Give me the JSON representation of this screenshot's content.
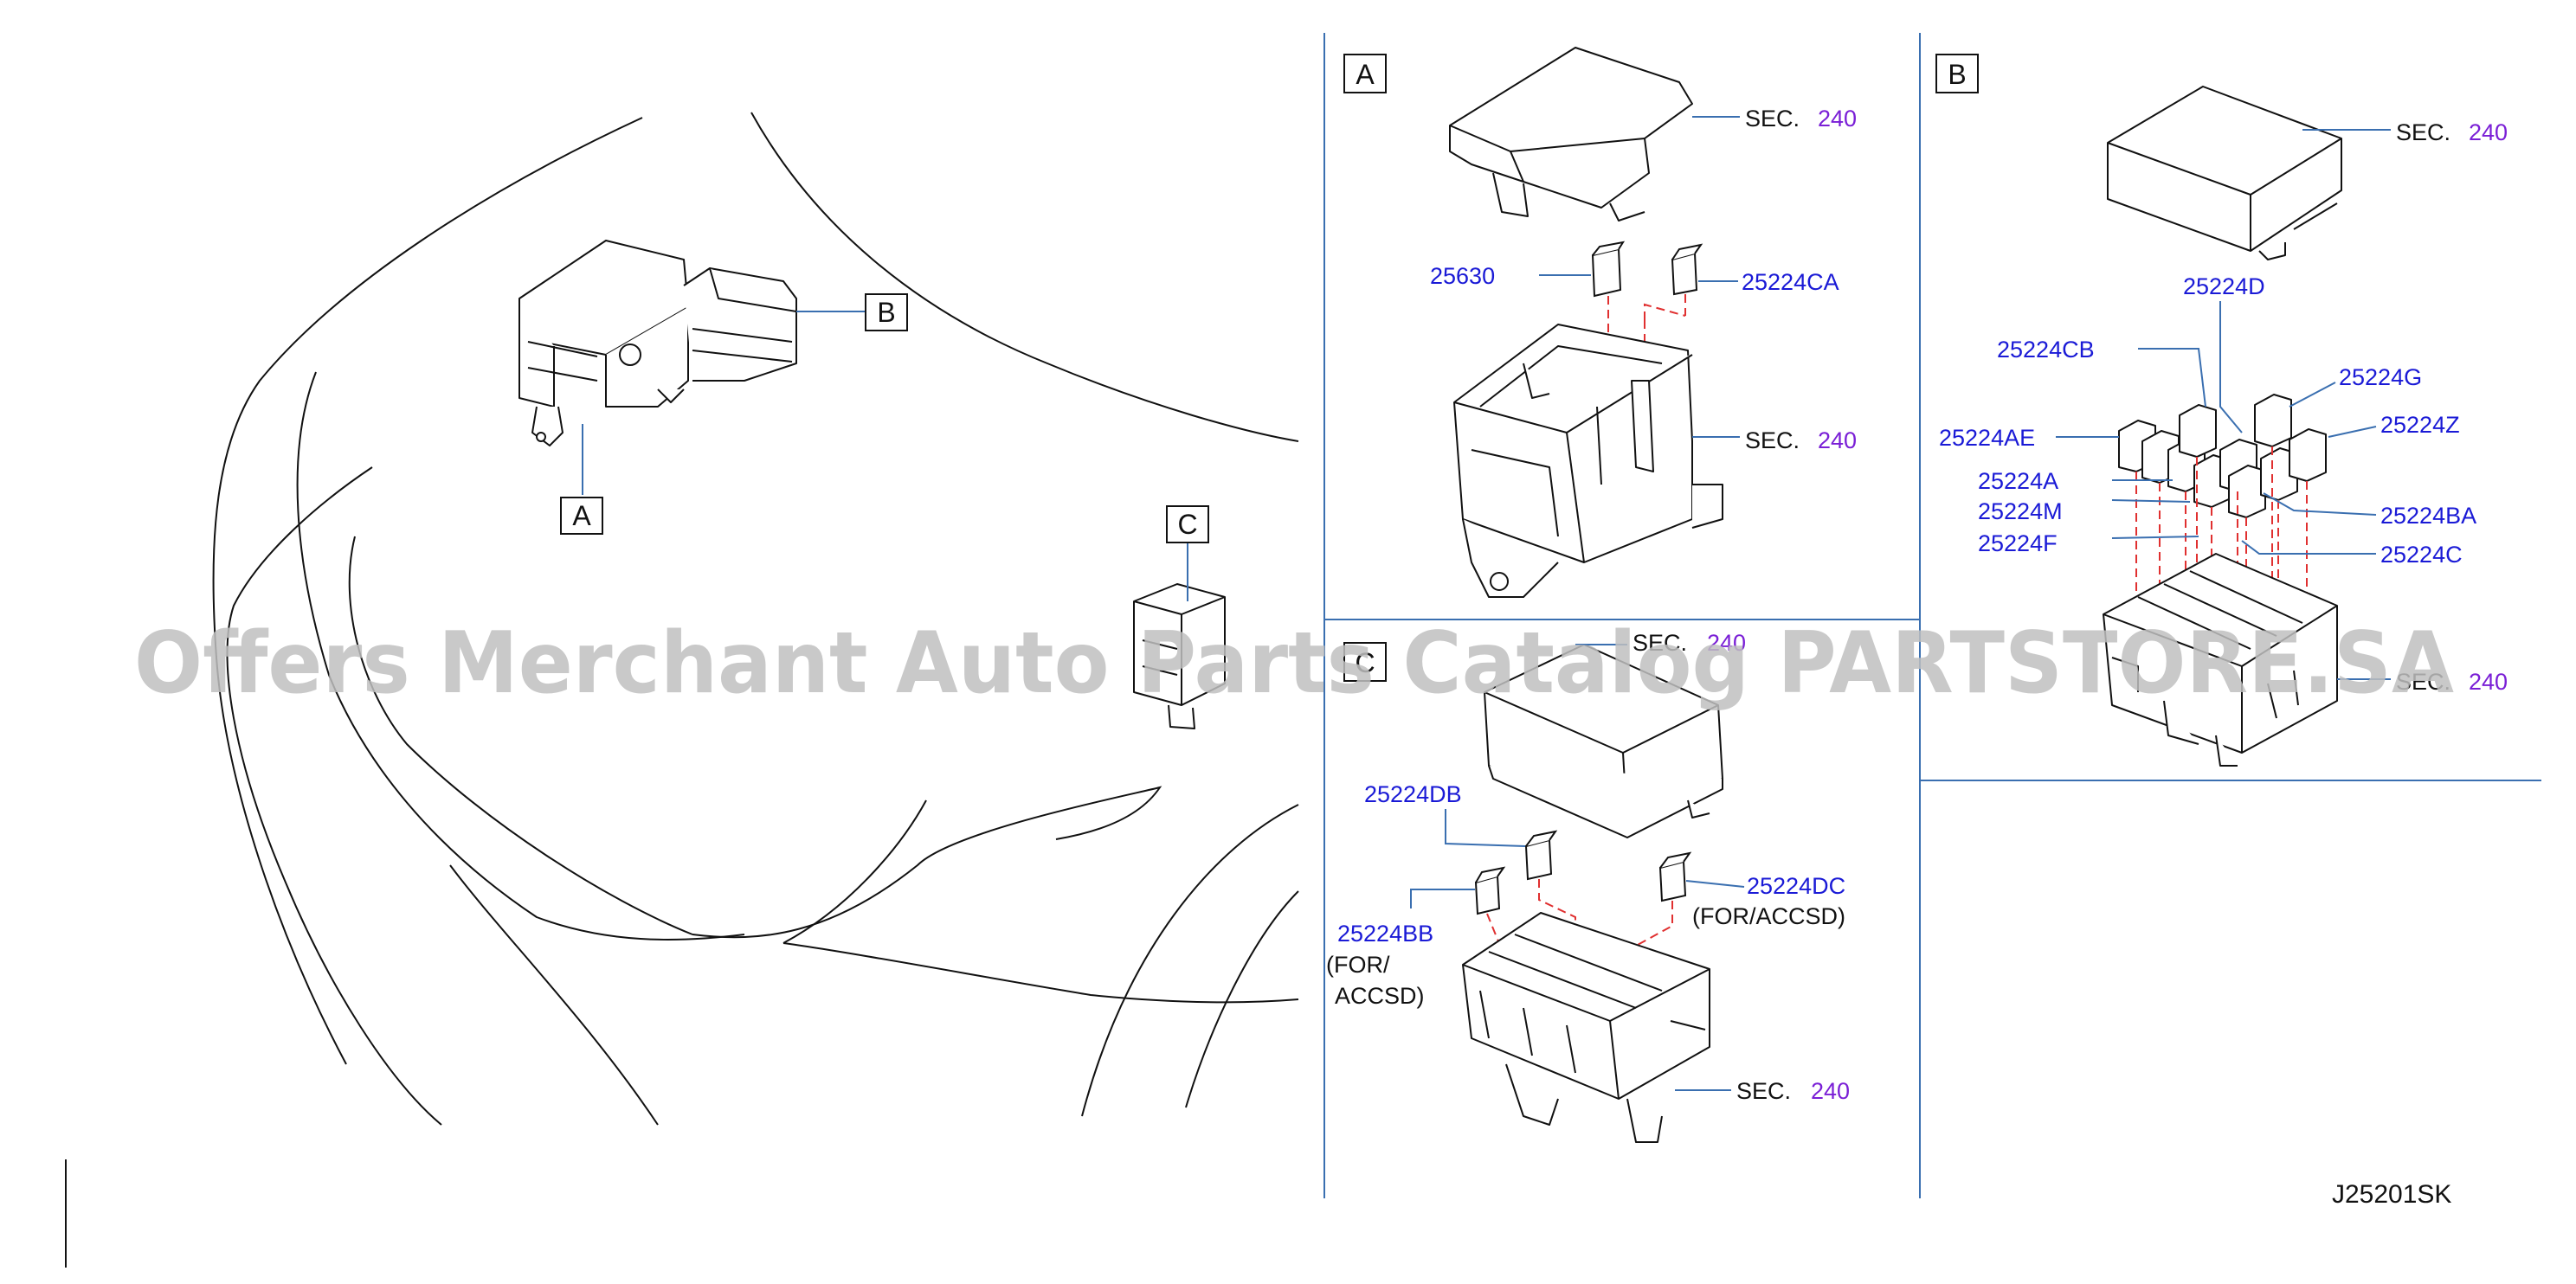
{
  "panels": {
    "main": {
      "labels": {
        "a": "A",
        "b": "B",
        "c": "C"
      }
    },
    "a": {
      "title": "A",
      "sec_top": {
        "prefix": "SEC.",
        "num": "240"
      },
      "sec_mid": {
        "prefix": "SEC.",
        "num": "240"
      },
      "parts": {
        "p25630": "25630",
        "p25224CA": "25224CA"
      }
    },
    "b": {
      "title": "B",
      "sec_top": {
        "prefix": "SEC.",
        "num": "240"
      },
      "sec_bottom": {
        "prefix": "SEC.",
        "num": "240"
      },
      "parts": {
        "p25224D": "25224D",
        "p25224CB": "25224CB",
        "p25224G": "25224G",
        "p25224AE": "25224AE",
        "p25224Z": "25224Z",
        "p25224A": "25224A",
        "p25224M": "25224M",
        "p25224BA": "25224BA",
        "p25224F": "25224F",
        "p25224C": "25224C"
      }
    },
    "c": {
      "title": "C",
      "sec_top": {
        "prefix": "SEC.",
        "num": "240"
      },
      "sec_bottom": {
        "prefix": "SEC.",
        "num": "240"
      },
      "parts": {
        "p25224DB": "25224DB",
        "p25224DC": "25224DC",
        "p25224DC_note": "(FOR/ACCSD)",
        "p25224BB": "25224BB",
        "p25224BB_note1": "(FOR/",
        "p25224BB_note2": "ACCSD)"
      }
    }
  },
  "diagram_id": "J25201SK",
  "watermark": "Offers Merchant Auto Parts Catalog PARTSTORE.SA",
  "colors": {
    "line": "#111111",
    "leader": "#3a6fb0",
    "part_label": "#1a1ad6",
    "sec_number": "#7a1fd6",
    "dashed": "#e03030",
    "panel_divider": "#3a6fb0",
    "watermark": "#bfbfbf"
  }
}
